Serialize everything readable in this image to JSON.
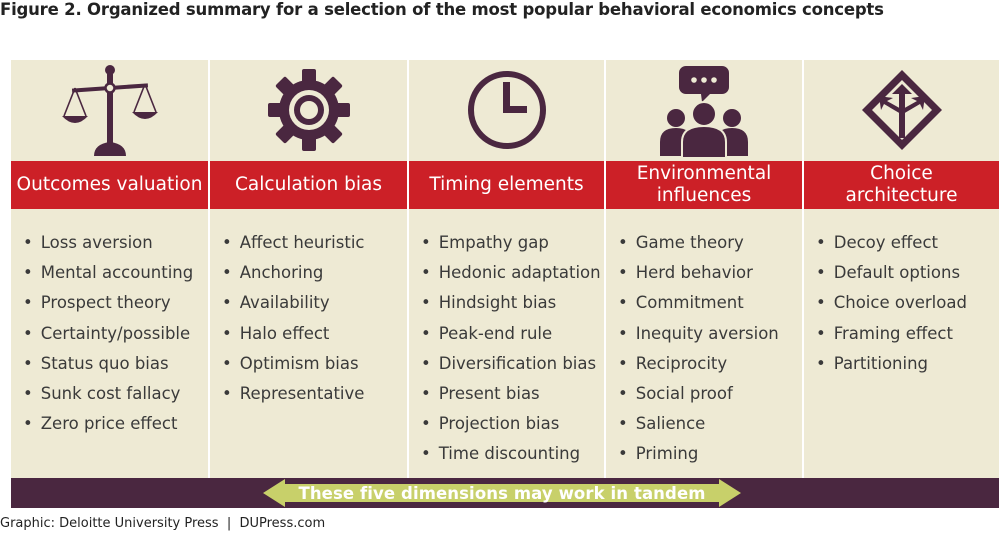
{
  "title": "Figure 2. Organized summary for a selection of the most popular behavioral economics concepts",
  "colors": {
    "panel": "#eeead4",
    "header": "#cc2027",
    "icon": "#4a2740",
    "bar": "#4a2740",
    "arrow": "#c8d06a"
  },
  "columns": [
    {
      "icon": "scales-icon",
      "header": [
        "Outcomes valuation"
      ],
      "items": [
        "Loss aversion",
        "Mental accounting",
        "Prospect theory",
        "Certainty/possible",
        "Status quo bias",
        "Sunk cost fallacy",
        "Zero price effect"
      ]
    },
    {
      "icon": "gear-icon",
      "header": [
        "Calculation bias"
      ],
      "items": [
        "Affect heuristic",
        "Anchoring",
        "Availability",
        "Halo effect",
        "Optimism bias",
        "Representative"
      ]
    },
    {
      "icon": "clock-icon",
      "header": [
        "Timing elements"
      ],
      "items": [
        "Empathy gap",
        "Hedonic adaptation",
        "Hindsight bias",
        "Peak-end rule",
        "Diversification bias",
        "Present bias",
        "Projection bias",
        "Time discounting"
      ]
    },
    {
      "icon": "people-chat-icon",
      "header": [
        "Environmental",
        "influences"
      ],
      "items": [
        "Game theory",
        "Herd behavior",
        "Commitment",
        "Inequity aversion",
        "Reciprocity",
        "Social proof",
        "Salience",
        "Priming"
      ]
    },
    {
      "icon": "diamond-arrows-icon",
      "header": [
        "Choice",
        "architecture"
      ],
      "items": [
        "Decoy effect",
        "Default options",
        "Choice overload",
        "Framing effect",
        "Partitioning"
      ]
    }
  ],
  "tandem": "These five dimensions may work in tandem",
  "footer": "Graphic: Deloitte University Press  |  DUPress.com"
}
